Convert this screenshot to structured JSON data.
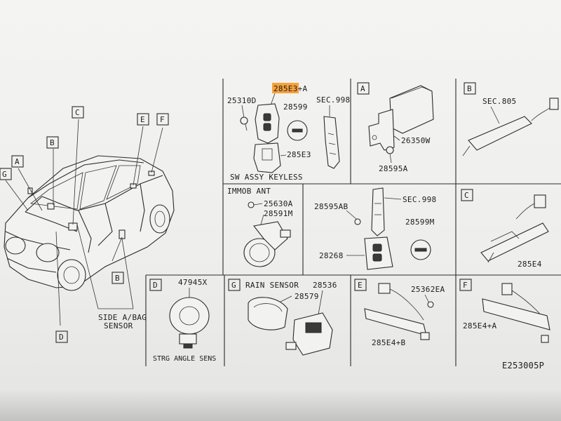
{
  "diagram": {
    "car_callouts": [
      "G",
      "A",
      "B",
      "C",
      "E",
      "F",
      "B",
      "D"
    ],
    "side_airbag_sensor": [
      "SIDE A/BAG",
      "SENSOR"
    ],
    "panels": {
      "keyless": {
        "parts": [
          "285E3+A",
          "25310D",
          "28599",
          "SEC.998",
          "285E3"
        ],
        "caption": "SW ASSY KEYLESS"
      },
      "A": {
        "letter": "A",
        "parts": [
          "26350W",
          "28595A"
        ]
      },
      "B": {
        "letter": "B",
        "parts": [
          "SEC.805"
        ]
      },
      "immob": {
        "caption": "IMMOB ANT",
        "parts": [
          "25630A",
          "28591M"
        ]
      },
      "key": {
        "parts": [
          "28595AB",
          "SEC.998",
          "28599M",
          "28268"
        ]
      },
      "C": {
        "letter": "C",
        "parts": [
          "285E4"
        ]
      },
      "D": {
        "letter": "D",
        "parts": [
          "47945X"
        ],
        "caption": "STRG ANGLE SENS"
      },
      "G": {
        "letter": "G",
        "caption": "RAIN SENSOR",
        "parts": [
          "28536",
          "28579"
        ]
      },
      "E": {
        "letter": "E",
        "parts": [
          "25362EA",
          "285E4+B"
        ]
      },
      "F": {
        "letter": "F",
        "parts": [
          "285E4+A"
        ]
      }
    },
    "diagram_id": "E253005P",
    "highlight_color": "#f7a23b"
  }
}
